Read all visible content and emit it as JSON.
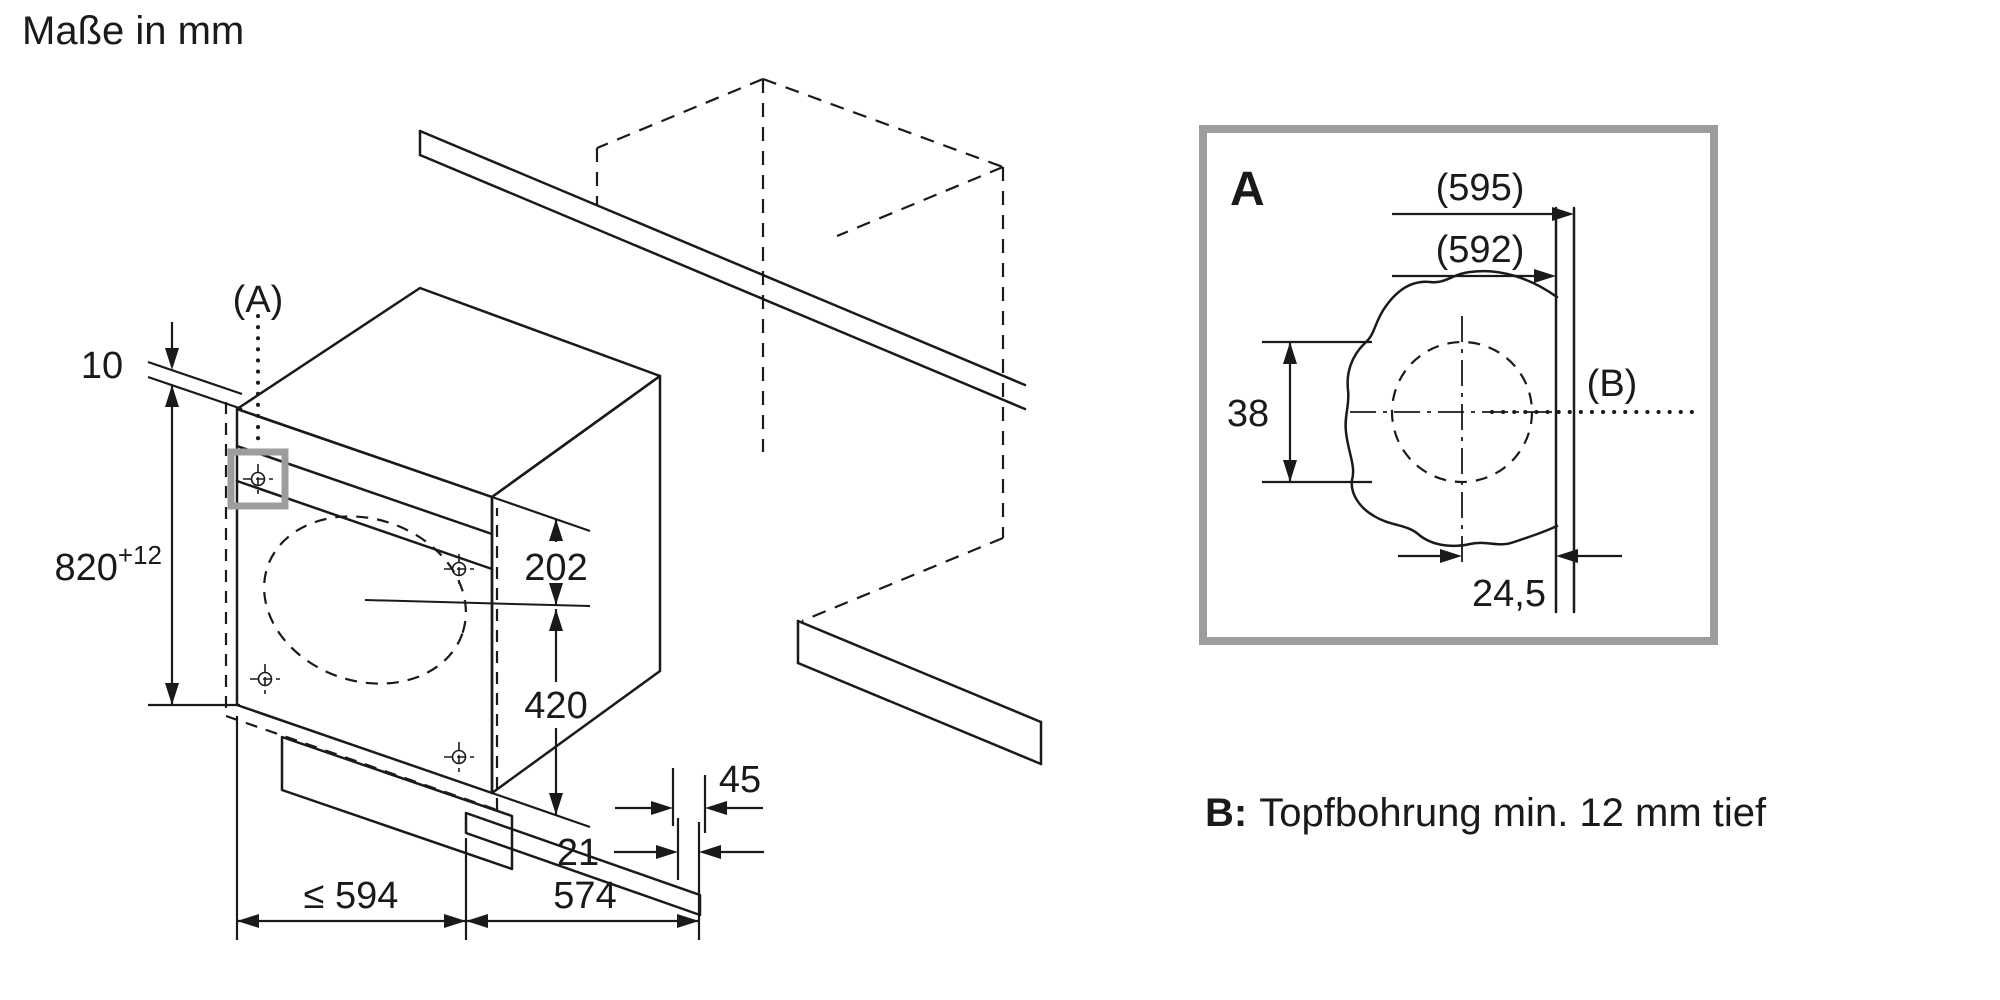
{
  "title": "Maße in mm",
  "main": {
    "callout_a": "(A)",
    "dims": {
      "gap_top": "10",
      "height": "820",
      "height_tol": "+12",
      "top_offset": "202",
      "door_center_height": "420",
      "plinth_depth": "45",
      "door_gap": "21",
      "niche_width": "≤ 594",
      "depth": "574"
    }
  },
  "detail_a": {
    "label": "A",
    "callout_b": "(B)",
    "dims": {
      "width_outer": "(595)",
      "width_inner": "(592)",
      "hole_height": "38",
      "hole_center_offset": "24,5"
    }
  },
  "note_b": {
    "prefix": "B:",
    "text": "Topfbohrung min. 12 mm tief"
  },
  "colors": {
    "line": "#1a1a1a",
    "callout_gray": "#9d9d9d"
  }
}
